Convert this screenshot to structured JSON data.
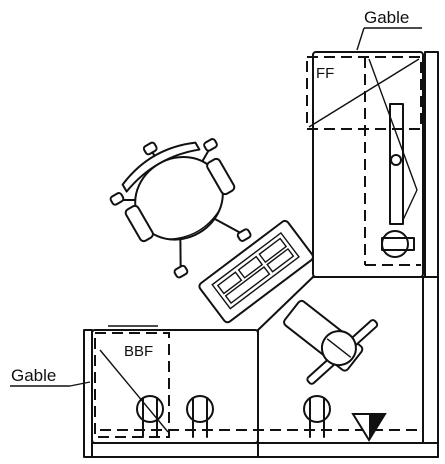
{
  "labels": {
    "gable_top": "Gable",
    "gable_left": "Gable",
    "ff": "FF",
    "bbf": "BBF"
  }
}
